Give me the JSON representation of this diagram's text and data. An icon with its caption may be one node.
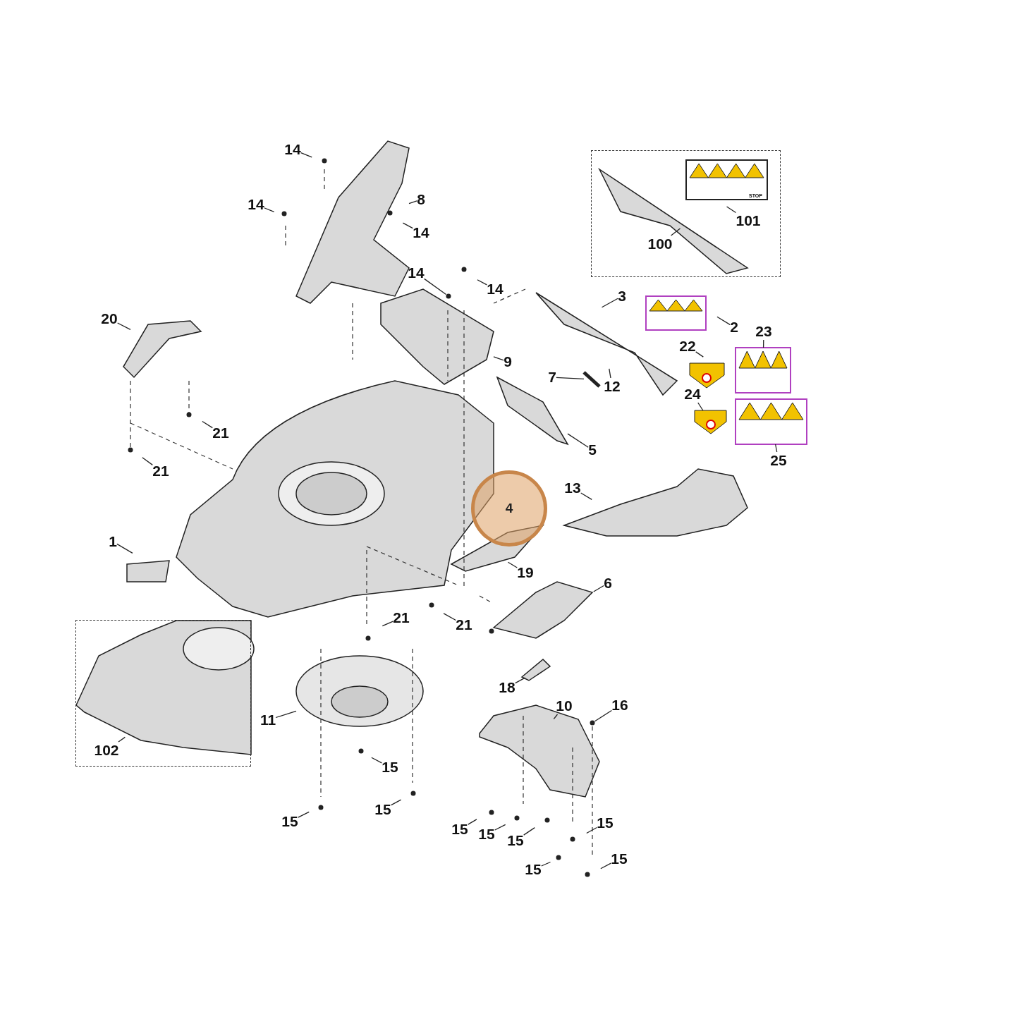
{
  "diagram": {
    "nodes": [
      {
        "text": [],
        "shape": "box"
      },
      {
        "text": [
          "101"
        ],
        "in": 0
      },
      {
        "text": [
          "100"
        ],
        "in": 0
      },
      {
        "text": [],
        "shape": "box"
      },
      {
        "text": [
          "102"
        ],
        "in": 3
      },
      {
        "text": [
          "14"
        ]
      },
      {
        "text": [
          "8"
        ]
      },
      {
        "text": [
          "14"
        ]
      },
      {
        "text": [
          "14"
        ]
      },
      {
        "text": [
          "14"
        ]
      },
      {
        "text": [
          "14"
        ]
      },
      {
        "text": [
          "3"
        ]
      },
      {
        "text": [
          "20"
        ]
      },
      {
        "text": [
          "2"
        ]
      },
      {
        "text": [
          "23"
        ]
      },
      {
        "text": [
          "22"
        ]
      },
      {
        "text": [
          "9"
        ]
      },
      {
        "text": [
          "7"
        ]
      },
      {
        "text": [
          "12"
        ]
      },
      {
        "text": [
          "24"
        ]
      },
      {
        "text": [
          "21"
        ]
      },
      {
        "text": [
          "5"
        ]
      },
      {
        "text": [
          "25"
        ]
      },
      {
        "text": [
          "21"
        ]
      },
      {
        "text": [
          "13"
        ]
      },
      {
        "text": [
          "4"
        ]
      },
      {
        "text": [
          "1"
        ]
      },
      {
        "text": [
          "19"
        ]
      },
      {
        "text": [
          "6"
        ]
      },
      {
        "text": [
          "21"
        ]
      },
      {
        "text": [
          "21"
        ]
      },
      {
        "text": [
          "18"
        ]
      },
      {
        "text": [
          "10"
        ]
      },
      {
        "text": [
          "16"
        ]
      },
      {
        "text": [
          "11"
        ]
      },
      {
        "text": [
          "15"
        ]
      },
      {
        "text": [
          "15"
        ]
      },
      {
        "text": [
          "15"
        ]
      },
      {
        "text": [
          "15"
        ]
      },
      {
        "text": [
          "15"
        ]
      },
      {
        "text": [
          "15"
        ]
      },
      {
        "text": [
          "15"
        ]
      },
      {
        "text": [
          "15"
        ]
      },
      {
        "text": [
          "15"
        ]
      },
      {
        "text": [],
        "shape": "picture"
      },
      {
        "text": [],
        "shape": "picture"
      },
      {
        "text": [],
        "shape": "picture"
      },
      {
        "text": [],
        "shape": "picture"
      },
      {
        "text": [],
        "shape": "picture"
      },
      {
        "text": [],
        "shape": "picture"
      },
      {
        "text": [],
        "shape": "picture"
      },
      {
        "text": [],
        "shape": "circle"
      },
      {
        "text": [],
        "shape": "picture"
      },
      {
        "text": [],
        "shape": "circle"
      }
    ],
    "edges": [
      {
        "from": 1,
        "to": null,
        "arrow": "none"
      },
      {
        "from": 2,
        "to": null,
        "arrow": "none"
      },
      {
        "from": 4,
        "to": null,
        "arrow": "none"
      },
      {
        "from": 5,
        "to": null,
        "arrow": "none"
      },
      {
        "from": 6,
        "to": 44,
        "arrow": "none"
      },
      {
        "from": 7,
        "to": null,
        "arrow": "none"
      },
      {
        "from": 8,
        "to": null,
        "arrow": "none"
      },
      {
        "from": 9,
        "to": 51,
        "arrow": "none"
      },
      {
        "from": 10,
        "to": null,
        "arrow": "none"
      },
      {
        "from": 11,
        "to": null,
        "arrow": "none"
      },
      {
        "from": 12,
        "to": null,
        "arrow": "none"
      },
      {
        "from": 13,
        "to": null,
        "arrow": "none"
      },
      {
        "from": 14,
        "to": 45,
        "arrow": "none"
      },
      {
        "from": 15,
        "to": null,
        "arrow": "none"
      },
      {
        "from": 16,
        "to": 50,
        "arrow": "none"
      },
      {
        "from": 17,
        "to": 49,
        "arrow": "none"
      },
      {
        "from": 18,
        "to": null,
        "arrow": "none"
      },
      {
        "from": 19,
        "to": 52,
        "arrow": "none"
      },
      {
        "from": 20,
        "to": null,
        "arrow": "none"
      },
      {
        "from": 21,
        "to": 47,
        "arrow": "none"
      },
      {
        "from": 22,
        "to": 46,
        "arrow": "none"
      },
      {
        "from": 23,
        "to": null,
        "arrow": "none"
      },
      {
        "from": 24,
        "to": null,
        "arrow": "none"
      },
      {
        "from": 26,
        "to": null,
        "arrow": "none"
      },
      {
        "from": 27,
        "to": null,
        "arrow": "none"
      },
      {
        "from": 28,
        "to": null,
        "arrow": "none"
      },
      {
        "from": 29,
        "to": null,
        "arrow": "none"
      },
      {
        "from": 30,
        "to": null,
        "arrow": "none"
      },
      {
        "from": 31,
        "to": null,
        "arrow": "none"
      },
      {
        "from": 32,
        "to": null,
        "arrow": "none"
      },
      {
        "from": 33,
        "to": 53,
        "arrow": "none"
      },
      {
        "from": 34,
        "to": 48,
        "arrow": "none"
      },
      {
        "from": 35,
        "to": null,
        "arrow": "none"
      },
      {
        "from": 36,
        "to": null,
        "arrow": "none"
      },
      {
        "from": 37,
        "to": null,
        "arrow": "none"
      },
      {
        "from": 38,
        "to": null,
        "arrow": "none"
      },
      {
        "from": 39,
        "to": null,
        "arrow": "none"
      },
      {
        "from": 40,
        "to": null,
        "arrow": "none"
      },
      {
        "from": 41,
        "to": null,
        "arrow": "none"
      },
      {
        "from": 42,
        "to": null,
        "arrow": "none"
      },
      {
        "from": 43,
        "to": null,
        "arrow": "none"
      }
    ],
    "labels": [
      "STOP"
    ]
  }
}
